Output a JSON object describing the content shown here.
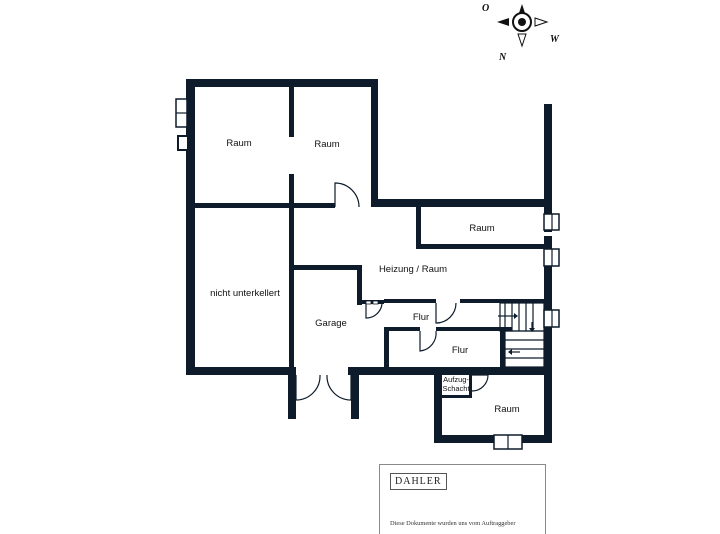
{
  "compass": {
    "north": "N",
    "east": "O",
    "west": "W"
  },
  "rooms": {
    "raum_1": "Raum",
    "raum_2": "Raum",
    "raum_3": "Raum",
    "raum_4": "Raum",
    "heizung": "Heizung / Raum",
    "nicht_unterkellert": "nicht unterkellert",
    "garage": "Garage",
    "flur_1": "Flur",
    "flur_2": "Flur",
    "aufzug_line1": "Aufzug-",
    "aufzug_line2": "Schacht"
  },
  "branding": {
    "logo": "DAHLER",
    "disclaimer": "Diese Dokumente wurden uns vom Auftraggeber"
  },
  "colors": {
    "wall": "#0d1b2a",
    "background": "#ffffff"
  }
}
